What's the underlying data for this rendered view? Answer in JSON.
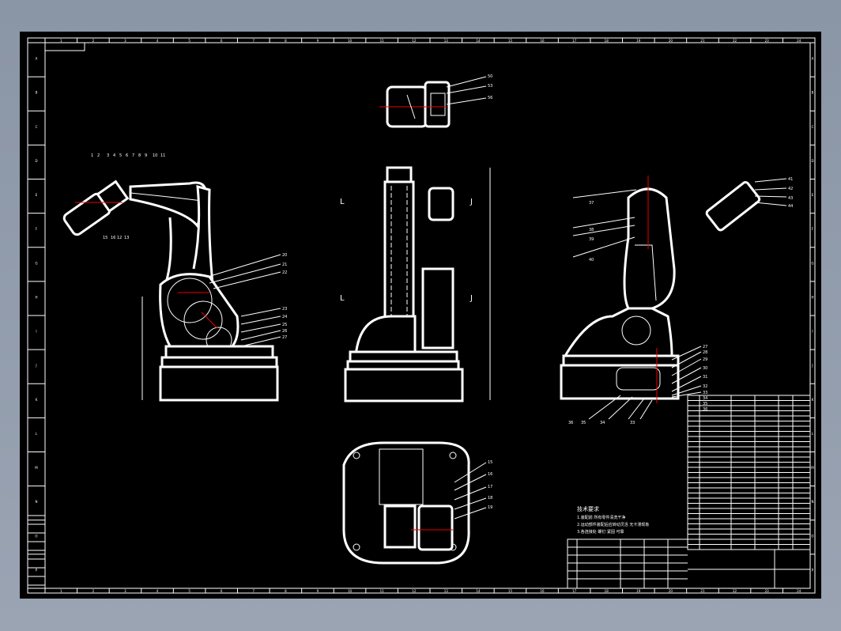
{
  "drawing": {
    "border_columns": [
      "1",
      "2",
      "3",
      "4",
      "5",
      "6",
      "7",
      "8",
      "9",
      "10",
      "11",
      "12",
      "13",
      "14",
      "15",
      "16",
      "17",
      "18",
      "19",
      "20",
      "21",
      "22",
      "23",
      "24"
    ],
    "border_rows": [
      "A",
      "B",
      "C",
      "D",
      "E",
      "F",
      "G",
      "H",
      "I",
      "J",
      "K",
      "L",
      "M",
      "N",
      "O",
      "P"
    ],
    "top_view_balloons": [
      "50",
      "53",
      "56"
    ],
    "left_view_balloons_top": [
      "1",
      "2",
      "3",
      "4",
      "5",
      "6",
      "7",
      "8",
      "9",
      "10",
      "11"
    ],
    "left_view_balloons_bottom": [
      "15",
      "16",
      "12",
      "13"
    ],
    "left_view_balloons_right": [
      "20",
      "21",
      "22",
      "23",
      "24",
      "25",
      "26",
      "27"
    ],
    "right_view_balloons_left": [
      "37",
      "38",
      "39",
      "40"
    ],
    "right_view_balloons_head": [
      "41",
      "42",
      "43",
      "44"
    ],
    "right_view_balloons_base": [
      "27",
      "28",
      "29",
      "30",
      "31",
      "32",
      "33",
      "34",
      "35",
      "36"
    ],
    "right_view_balloons_bottom": [
      "36",
      "35",
      "34",
      "33"
    ],
    "bottom_view_balloons": [
      "15",
      "16",
      "17",
      "18",
      "19"
    ],
    "tech_requirements_title": "技术要求",
    "tech_requirements_lines": [
      "1.装配前 所有零件清洗干净",
      "2.运动部件装配后应转动灵活 无卡滞现象",
      "3.各连接处 螺钉 紧固 可靠"
    ]
  },
  "colors": {
    "sheet": "#000000",
    "lines": "#ffffff",
    "centerline": "#e00000",
    "background": "#8a95a6"
  }
}
